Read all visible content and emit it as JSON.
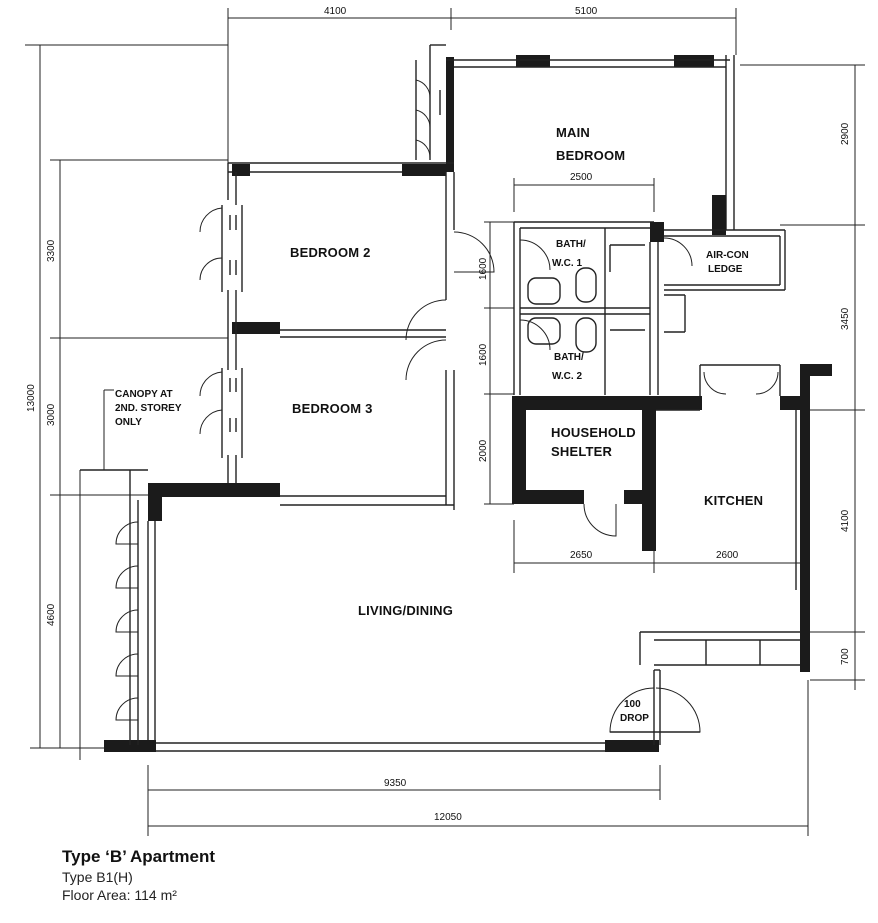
{
  "rooms": {
    "main_bedroom": [
      "MAIN",
      "BEDROOM"
    ],
    "bedroom_2": "BEDROOM 2",
    "bedroom_3": "BEDROOM 3",
    "bath_1": [
      "BATH/",
      "W.C. 1"
    ],
    "bath_2": [
      "BATH/",
      "W.C. 2"
    ],
    "aircon": [
      "AIR-CON",
      "LEDGE"
    ],
    "shelter": [
      "HOUSEHOLD",
      "SHELTER"
    ],
    "kitchen": "KITCHEN",
    "living": "LIVING/DINING",
    "canopy": [
      "CANOPY AT",
      "2ND. STOREY",
      "ONLY"
    ],
    "drop": [
      "100",
      "DROP"
    ]
  },
  "dimensions": {
    "top_left": "4100",
    "top_right": "5100",
    "right_top": "2900",
    "right_mid": "3450",
    "right_kitchen": "4100",
    "right_bottom": "700",
    "left_total": "13000",
    "left_1": "3300",
    "left_2": "3000",
    "left_3": "4600",
    "mb_inner": "2500",
    "bath1_h": "1600",
    "bath2_h": "1600",
    "shelter_h": "2000",
    "shelter_w": "2650",
    "kitchen_w": "2600",
    "bottom_inner": "9350",
    "bottom_total": "12050"
  },
  "caption": {
    "title": "Type ‘B’ Apartment",
    "type": "Type B1(H)",
    "area": "Floor Area: 114 m²"
  }
}
